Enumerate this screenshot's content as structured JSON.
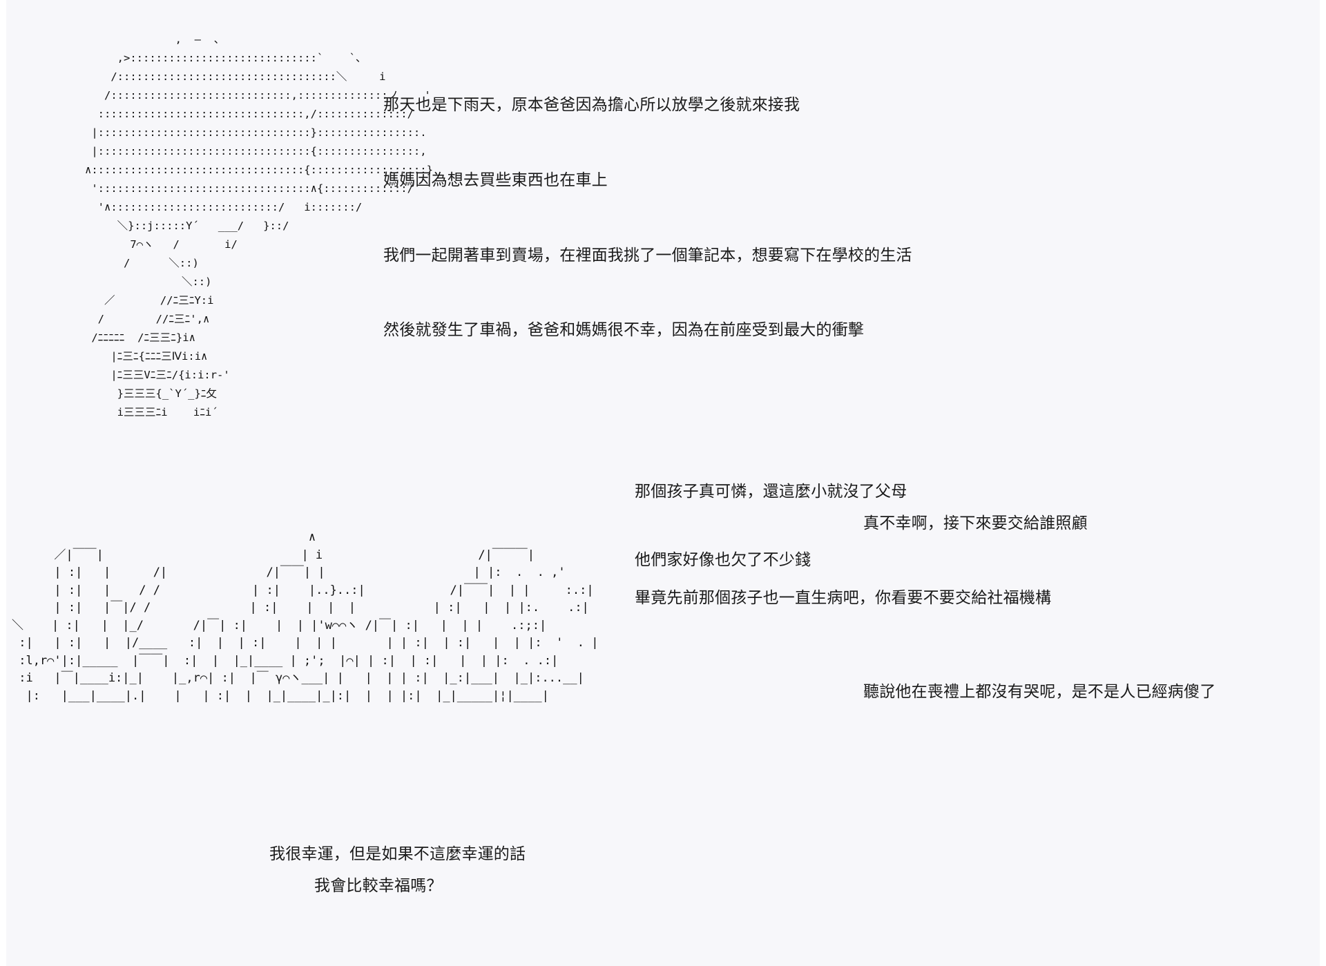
{
  "narration": [
    "那天也是下雨天，原本爸爸因為擔心所以放學之後就來接我",
    "媽媽因為想去買些東西也在車上",
    "我們一起開著車到賣場，在裡面我挑了一個筆記本，想要寫下在學校的生活",
    "然後就發生了車禍，爸爸和媽媽很不幸，因為在前座受到最大的衝擊"
  ],
  "gossip": [
    "那個孩子真可憐，還這麼小就沒了父母",
    "真不幸啊，接下來要交給誰照顧",
    "他們家好像也欠了不少錢",
    "畢竟先前那個孩子也一直生病吧，你看要不要交給社福機構",
    "聽說他在喪禮上都沒有哭呢，是不是人已經病傻了"
  ],
  "closing": [
    "我很幸運，但是如果不這麼幸運的話",
    "我會比較幸福嗎？"
  ],
  "ascii_art": {
    "girl": "                 ,  ―  、\n        ,>:::::::::::::::::::::::::::::`    `、\n       /::::::::::::::::::::::::::::::::::＼     i\n      /::::::::::::::::::::::::::::,::::::::::::::ノ    '\n     ::::::::::::::::::::::::::::::::,/::::::::::::::/\n    |:::::::::::::::::::::::::::::::::}::::::::::::::::.\n    |:::::::::::::::::::::::::::::::::{::::::::::::::::,\n   ∧:::::::::::::::::::::::::::::::::{::::::::::::::::::}\n    ':::::::::::::::::::::::::::::::::∧{:::::::::::::/\n     '∧::::::::::::::::::::::::::/   i:::::::/\n        ＼}::j:::::Y´   ___/   }::/\n          7⌒ヽ   /       i/\n         /      ＼::)\n                  ＼::)\n      ／       //ﾆ三ﾆY:i\n     /        //ﾆ三ﾆ',∧\n    /ﾆﾆﾆﾆﾆ  /ﾆ三三ﾆ}i∧\n       |ﾆ三ﾆ{ﾆﾆﾆ三Ⅳi:i∧\n       |ﾆ三三Vﾆ三ﾆ/{i:i:r‐'\n        }三三三{_`Y´_}ﾆ攵\n        i三三三ﾆi    iﾆi´",
    "city": "                                          ∧\n      ／|￣￣|                            | i                      /|￣￣￣|\n      | :|   |      /|              /|￣￣| |                     | |:  .  . ,'\n      | :|   |    / /             | :|    |..}..:|            /|￣￣|  | |     :.:|\n      | :|   |￣|/ /              | :|    |  |  |           | :|   |  | |:.    .:|\n＼    | :|   |  |_/       /|￣| :|    |  | |'w⌒⌒ヽ /|￣| :|   |  | |    .:;:|\n :|   | :|   |  |/____   :|  |  | :|    |  | |       | | :|  | :|   |  | |:  '  . |\n :l,r⌒'|:|_____  |￣￣|  :|  |  |_|____ | ;';  |⌒| | :|  | :|   |  | |:  . .:|\n :i   |￣|____i:|_|    |_,r⌒| :|  |￣ γ⌒ヽ___| |   |  | | :|  |_:|___|  |_|:...__|\n  |:   |___|____|.|    |   | :|  |  |_|____|_|:|  |  | |:|  |_|_____|¦|____|"
  }
}
